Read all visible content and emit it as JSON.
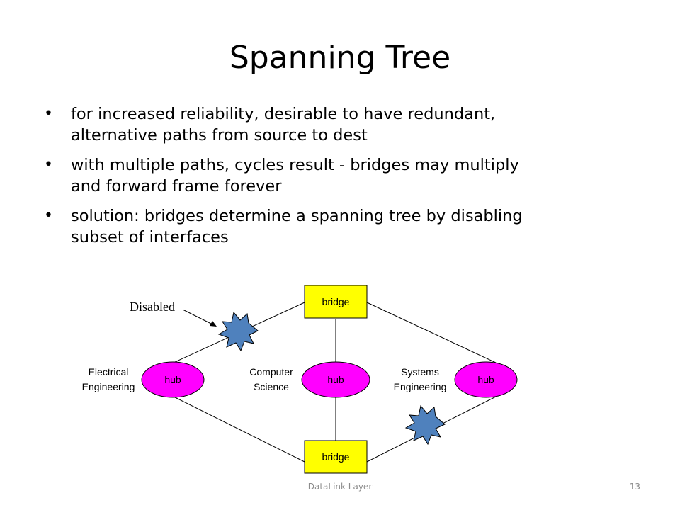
{
  "slide": {
    "title": "Spanning Tree",
    "bullets": [
      {
        "line1": "for increased reliability, desirable to have redundant,",
        "line2": "alternative paths from source to dest"
      },
      {
        "line1": "with multiple paths, cycles result - bridges may multiply",
        "line2": "and forward frame forever"
      },
      {
        "line1": "solution: bridges determine a spanning tree by disabling",
        "line2": "subset of interfaces"
      }
    ]
  },
  "diagram": {
    "bridge_top": "bridge",
    "bridge_bottom": "bridge",
    "hub_left": "hub",
    "hub_center": "hub",
    "hub_right": "hub",
    "ee_line1": "Electrical",
    "ee_line2": "Engineering",
    "cs_line1": "Computer",
    "cs_line2": "Science",
    "se_line1": "Systems",
    "se_line2": "Engineering",
    "disabled_label": "Disabled",
    "colors": {
      "bridge": "#ffff00",
      "hub": "#ff00ff",
      "disabled_star": "#4f81bd"
    }
  },
  "footer": {
    "center": "DataLink Layer",
    "page": "13"
  }
}
